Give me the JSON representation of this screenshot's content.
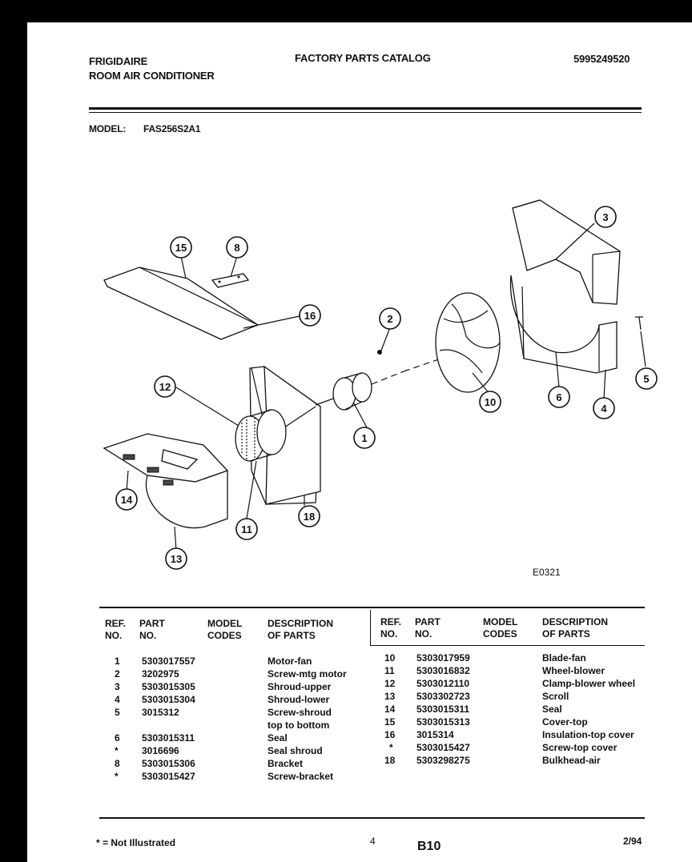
{
  "header": {
    "brand": "FRIGIDAIRE",
    "product": "ROOM AIR CONDITIONER",
    "catalog_title": "FACTORY PARTS CATALOG",
    "catalog_number": "5995249520",
    "model_label": "MODEL:",
    "model_number": "FAS256S2A1"
  },
  "diagram": {
    "code": "E0321",
    "callouts": [
      "1",
      "2",
      "3",
      "4",
      "5",
      "6",
      "8",
      "10",
      "11",
      "12",
      "13",
      "14",
      "15",
      "16",
      "18"
    ]
  },
  "table": {
    "headers": {
      "ref": [
        "REF.",
        "NO."
      ],
      "part": [
        "PART",
        "NO."
      ],
      "model": [
        "MODEL",
        "CODES"
      ],
      "desc": [
        "DESCRIPTION",
        "OF PARTS"
      ]
    },
    "left_rows": [
      {
        "ref": "1",
        "part": "5303017557",
        "desc": "Motor-fan"
      },
      {
        "ref": "2",
        "part": "3202975",
        "desc": "Screw-mtg motor"
      },
      {
        "ref": "3",
        "part": "5303015305",
        "desc": "Shroud-upper"
      },
      {
        "ref": "4",
        "part": "5303015304",
        "desc": "Shroud-lower"
      },
      {
        "ref": "5",
        "part": "3015312",
        "desc": "Screw-shroud"
      },
      {
        "ref": "",
        "part": "",
        "desc": "top to bottom"
      },
      {
        "ref": "6",
        "part": "5303015311",
        "desc": "Seal"
      },
      {
        "ref": "*",
        "part": "3016696",
        "desc": "Seal shroud"
      },
      {
        "ref": "8",
        "part": "5303015306",
        "desc": "Bracket"
      },
      {
        "ref": "*",
        "part": "5303015427",
        "desc": "Screw-bracket"
      }
    ],
    "right_rows": [
      {
        "ref": "10",
        "part": "5303017959",
        "desc": "Blade-fan"
      },
      {
        "ref": "11",
        "part": "5303016832",
        "desc": "Wheel-blower"
      },
      {
        "ref": "12",
        "part": "5303012110",
        "desc": "Clamp-blower wheel"
      },
      {
        "ref": "13",
        "part": "5303302723",
        "desc": "Scroll"
      },
      {
        "ref": "14",
        "part": "5303015311",
        "desc": "Seal"
      },
      {
        "ref": "15",
        "part": "5303015313",
        "desc": "Cover-top"
      },
      {
        "ref": "16",
        "part": "3015314",
        "desc": "Insulation-top cover"
      },
      {
        "ref": "*",
        "part": "5303015427",
        "desc": "Screw-top cover"
      },
      {
        "ref": "18",
        "part": "5303298275",
        "desc": "Bulkhead-air"
      }
    ]
  },
  "footer": {
    "note": "* = Not Illustrated",
    "page_number": "4",
    "section": "B10",
    "date": "2/94"
  }
}
